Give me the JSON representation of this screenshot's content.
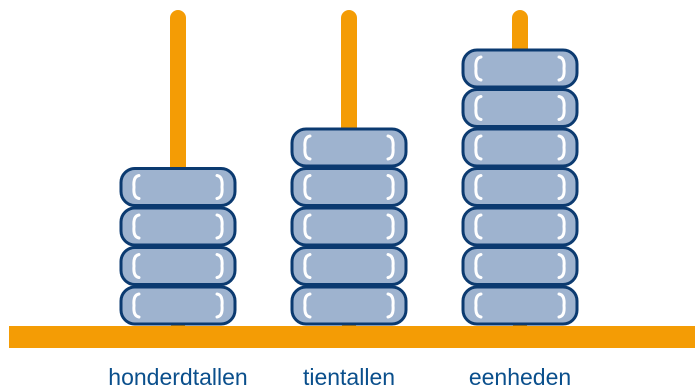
{
  "colors": {
    "rod": "#f49c05",
    "bead_fill": "#9eb3cf",
    "bead_stroke": "#0b3a70",
    "bead_highlight": "#ffffff",
    "label": "#0a4f8c",
    "background": "#ffffff"
  },
  "columns": [
    {
      "label": "honderdtallen",
      "beads": 4
    },
    {
      "label": "tientallen",
      "beads": 5
    },
    {
      "label": "eenheden",
      "beads": 7
    }
  ]
}
